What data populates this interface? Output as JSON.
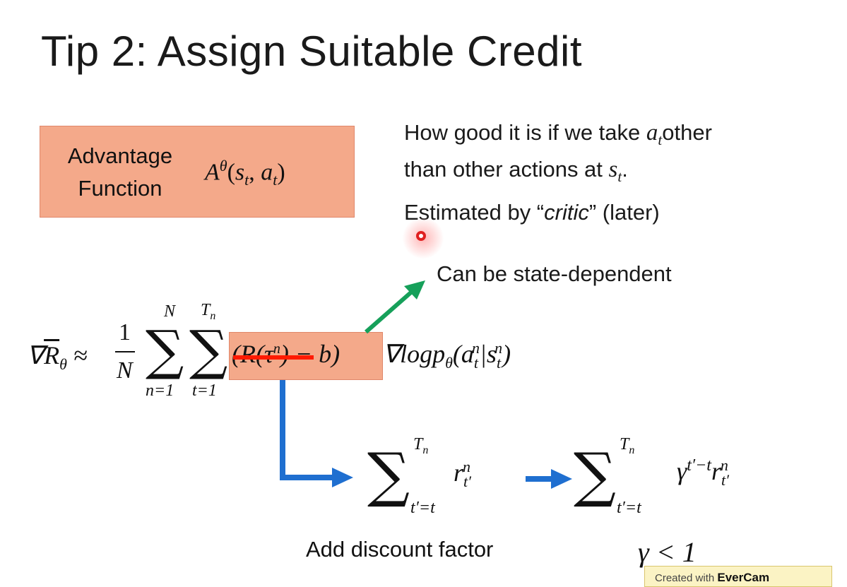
{
  "title": "Tip 2: Assign Suitable Credit",
  "advantage": {
    "label_line1": "Advantage",
    "label_line2": "Function",
    "formula": "A^θ(s_t, a_t)"
  },
  "description": {
    "line1_pre": "How good it is if we take ",
    "line1_var": "a",
    "line1_sub": "t",
    "line1_post": "other",
    "line2_pre": "than other actions at ",
    "line2_var": "s",
    "line2_sub": "t",
    "line2_post": ".",
    "line3_pre": "Estimated by “",
    "line3_em": "critic",
    "line3_post": "” (later)"
  },
  "state_dependent": "Can be state-dependent",
  "gradient_formula": {
    "lhs": "∇R̄_θ ≈ (1/N) Σ_{n=1}^{N} Σ_{t=1}^{T_n} (R(τ^n) − b) ∇log p_θ(a_t^n|s_t^n)",
    "sum1_upper": "N",
    "sum1_lower": "n=1",
    "sum2_upper": "T_n",
    "sum2_lower": "t=1"
  },
  "reward_sum": "Σ_{t'=t}^{T_n} r_{t'}^n",
  "discounted_sum": "Σ_{t'=t}^{T_n} γ^{t'−t} r_{t'}^n",
  "add_discount": "Add discount factor",
  "gamma_condition": "γ < 1",
  "watermark": {
    "prefix": "Created with",
    "brand": "EverCam"
  },
  "colors": {
    "highlight": "#f4a98a",
    "strike": "#ff1a00",
    "green_arrow": "#16a05a",
    "blue_arrow": "#1f6fd0",
    "cursor": "#e02020"
  }
}
